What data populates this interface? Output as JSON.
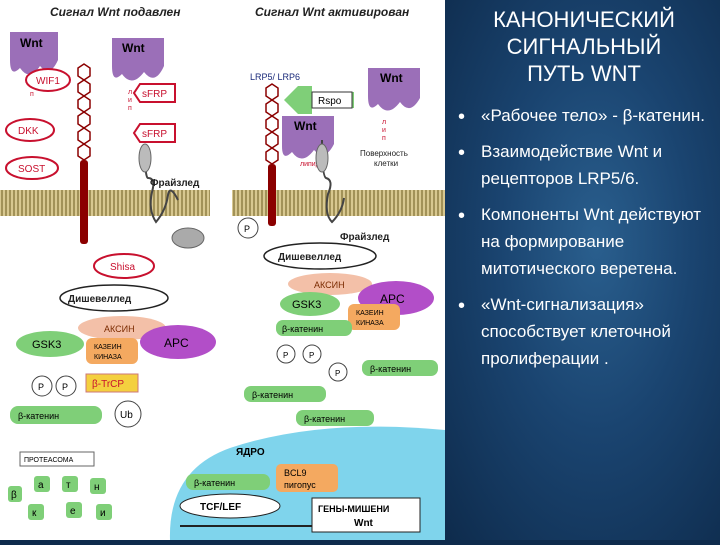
{
  "figure": {
    "left_panel_title": "Сигнал Wnt подавлен",
    "right_panel_title": "Сигнал Wnt активирован",
    "labels": {
      "wnt": "Wnt",
      "wif1": "WIF1",
      "sfrp": "sFRP",
      "dkk": "DKK",
      "sost": "SOST",
      "lipid": "липид",
      "frizzled": "Фрайзлед",
      "lrp": "LRP5/ LRP6",
      "rspo": "Rspo",
      "cell_surface_1": "Поверхность",
      "cell_surface_2": "клетки",
      "p": "P",
      "shisa": "Shisa",
      "dishevelled": "Дишевеллед",
      "axin": "АКСИН",
      "gsk3": "GSK3",
      "casein_kinase_1": "КАЗЕИН",
      "casein_kinase_2": "КИНАЗА",
      "apc": "APC",
      "b_trcp": "β-TrCP",
      "b_catenin": "β-катенин",
      "ub": "Ub",
      "proteasome": "ПРОТЕАСОМА",
      "nucleus": "ЯДРО",
      "bcl9_1": "BCL9",
      "bcl9_2": "пигопус",
      "tcf_lef": "TCF/LEF",
      "target_genes_1": "ГЕНЫ-МИШЕНИ",
      "target_genes_2": "Wnt",
      "fragments": [
        "β",
        "а",
        "т",
        "н",
        "к",
        "е",
        "и"
      ]
    }
  },
  "slide": {
    "title_lines": [
      "КАНОНИЧЕСКИЙ",
      "СИГНАЛЬНЫЙ",
      "ПУТЬ WNT"
    ],
    "bullets": [
      "«Рабочее тело» - β-катенин.",
      "Взаимодействие Wnt и рецепторов LRP5/6.",
      "Компоненты Wnt действуют на формирование митотического веретена.",
      "«Wnt-сигнализация» способствует клеточной пролиферации ."
    ]
  },
  "colors": {
    "background": "#0e2b4c",
    "wnt_purple": "#9b6fb8",
    "membrane_tan": "#b8a55a",
    "inhibitor_red": "#c8102e",
    "green_protein": "#7fcf78",
    "orange_kinase": "#f4a960",
    "nucleus_cyan": "#7fd4ec"
  }
}
